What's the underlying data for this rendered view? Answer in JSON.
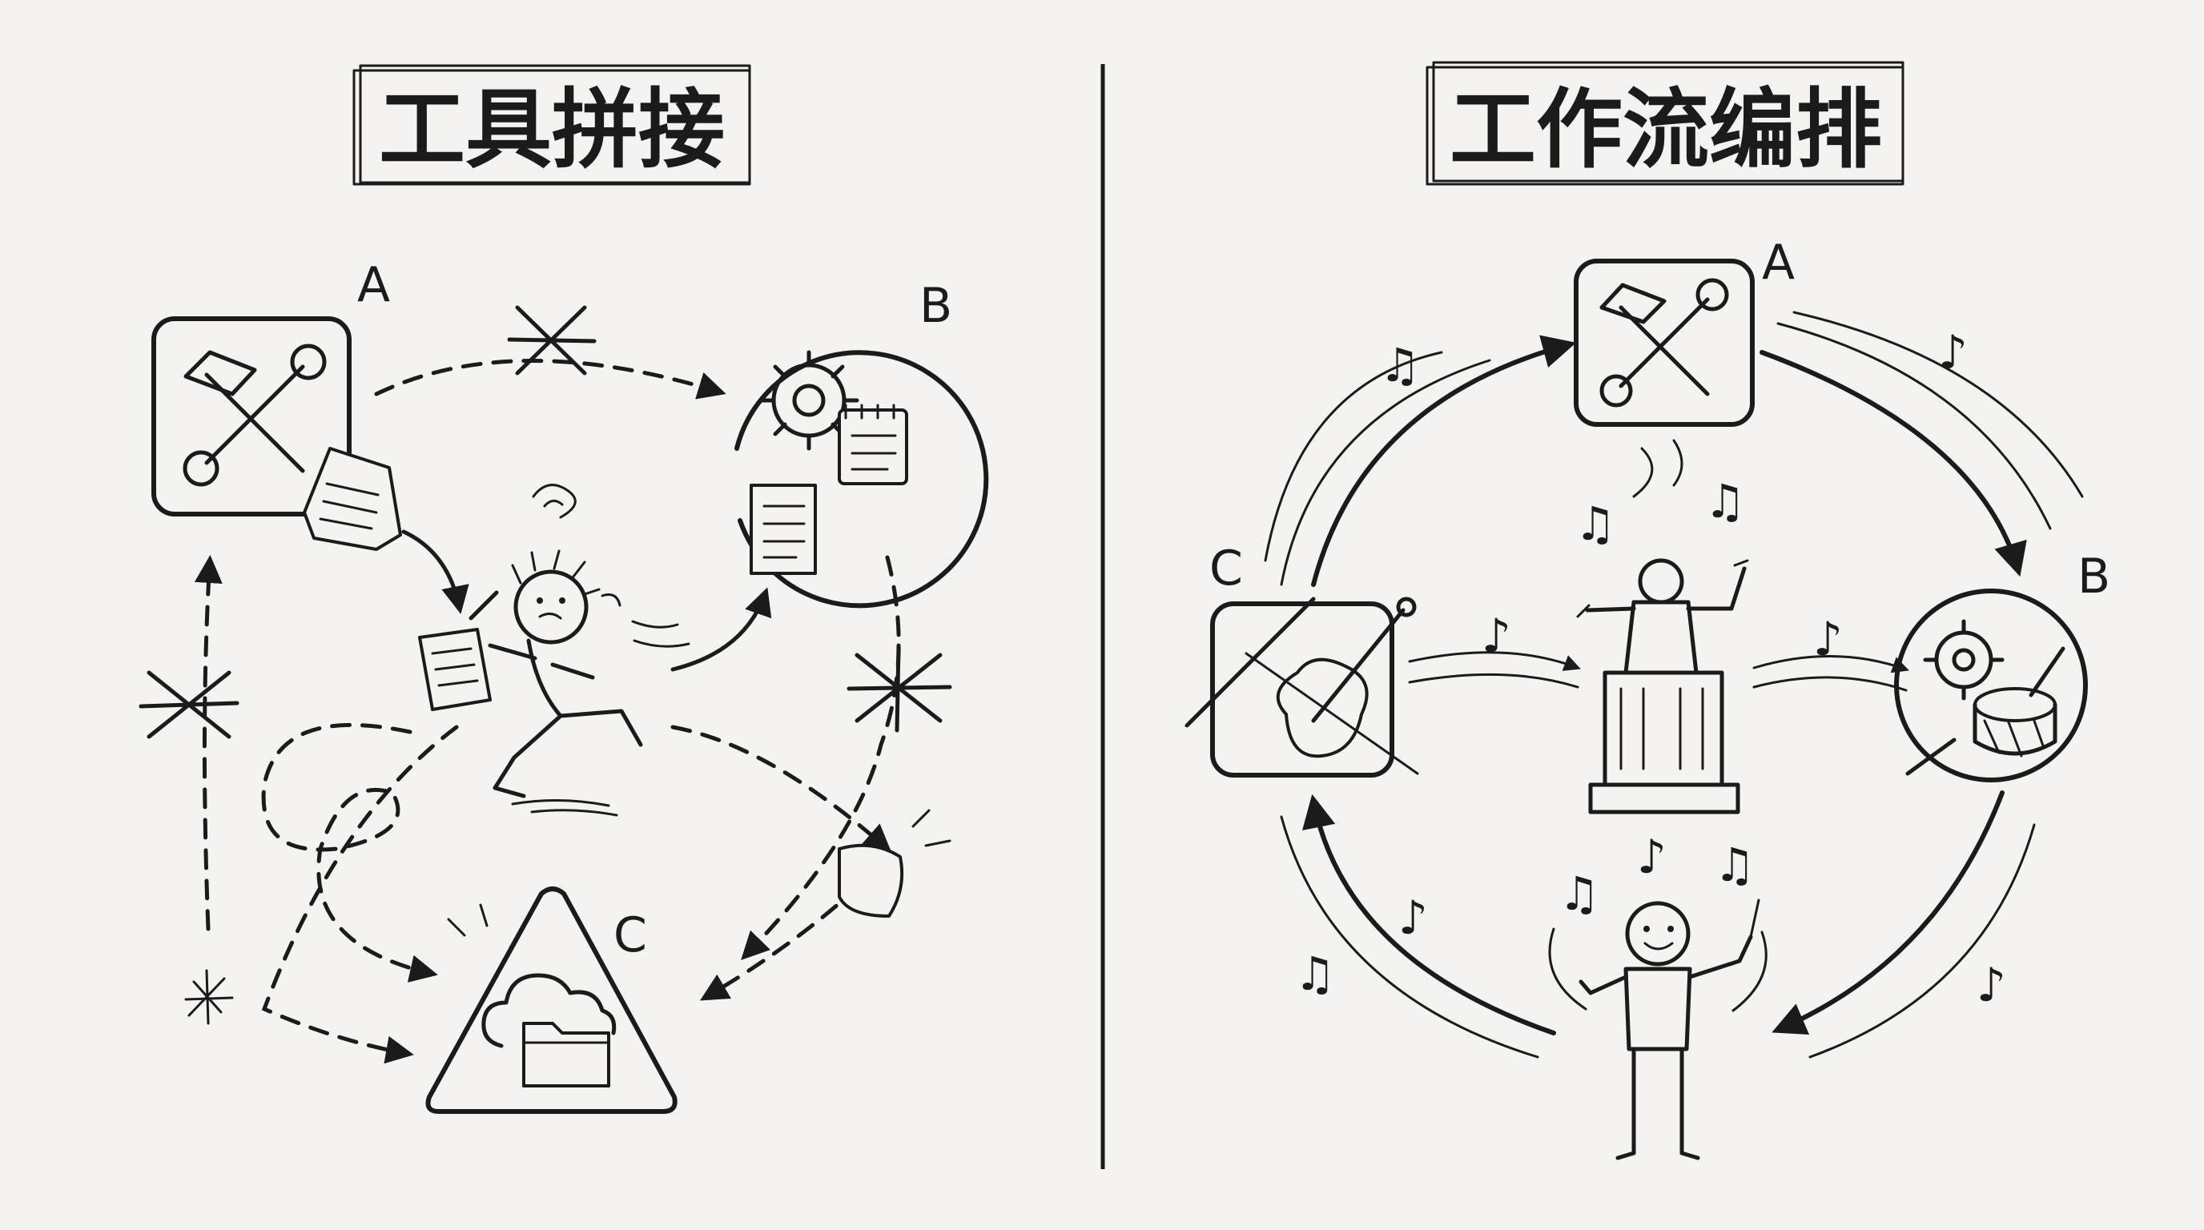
{
  "left_panel": {
    "title": "工具拼接",
    "node_a_label": "A",
    "node_b_label": "B",
    "node_c_label": "C"
  },
  "right_panel": {
    "title": "工作流编排",
    "node_a_label": "A",
    "node_b_label": "B",
    "node_c_label": "C"
  },
  "icons": {
    "tool": "hammer-wrench-icon",
    "gear": "gear-icon",
    "document": "document-icon",
    "cloud_folder": "cloud-folder-icon",
    "instruments": "flute-violin-icon",
    "drum": "drum-icon",
    "conductor": "conductor-icon",
    "music_note": "music-note-icon",
    "broken_link": "cross-mark-icon"
  },
  "colors": {
    "background": "#f4f3ef",
    "ink": "#1b1b1b"
  }
}
